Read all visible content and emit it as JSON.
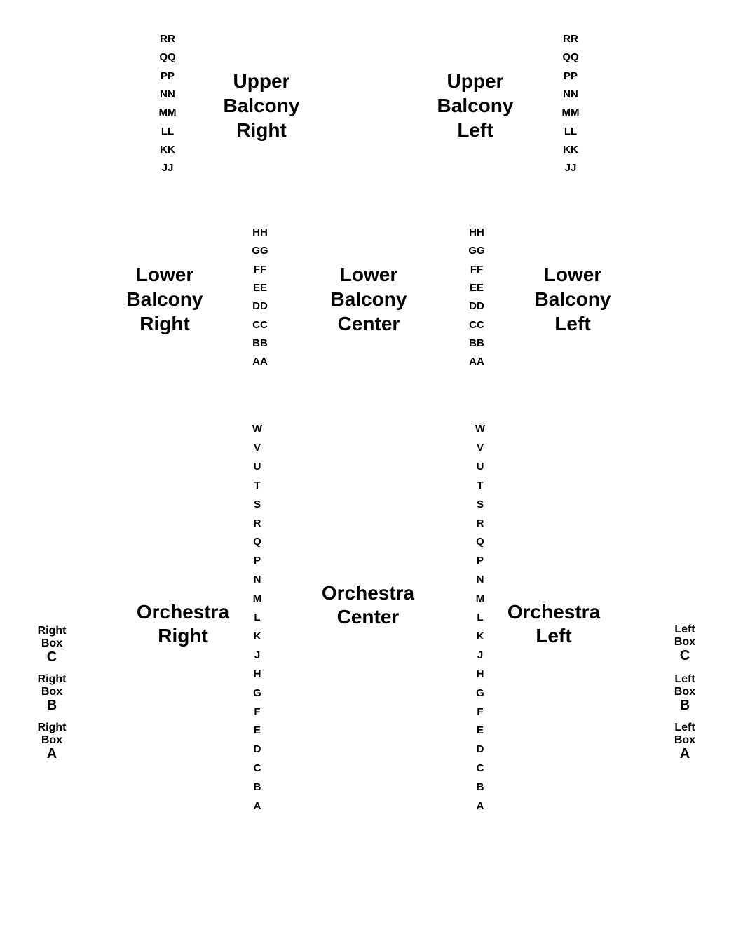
{
  "sections": {
    "upper_balcony_right": [
      "Upper",
      "Balcony",
      "Right"
    ],
    "upper_balcony_left": [
      "Upper",
      "Balcony",
      "Left"
    ],
    "lower_balcony_right": [
      "Lower",
      "Balcony",
      "Right"
    ],
    "lower_balcony_center": [
      "Lower",
      "Balcony",
      "Center"
    ],
    "lower_balcony_left": [
      "Lower",
      "Balcony",
      "Left"
    ],
    "orchestra_right": [
      "Orchestra",
      "Right"
    ],
    "orchestra_center": [
      "Orchestra",
      "Center"
    ],
    "orchestra_left": [
      "Orchestra",
      "Left"
    ]
  },
  "rows": {
    "upper_balcony": [
      "RR",
      "QQ",
      "PP",
      "NN",
      "MM",
      "LL",
      "KK",
      "JJ"
    ],
    "lower_balcony": [
      "HH",
      "GG",
      "FF",
      "EE",
      "DD",
      "CC",
      "BB",
      "AA"
    ],
    "orchestra": [
      "W",
      "V",
      "U",
      "T",
      "S",
      "R",
      "Q",
      "P",
      "N",
      "M",
      "L",
      "K",
      "J",
      "H",
      "G",
      "F",
      "E",
      "D",
      "C",
      "B",
      "A"
    ]
  },
  "boxes": {
    "right": [
      {
        "side": "Right",
        "word": "Box",
        "letter": "C"
      },
      {
        "side": "Right",
        "word": "Box",
        "letter": "B"
      },
      {
        "side": "Right",
        "word": "Box",
        "letter": "A"
      }
    ],
    "left": [
      {
        "side": "Left",
        "word": "Box",
        "letter": "C"
      },
      {
        "side": "Left",
        "word": "Box",
        "letter": "B"
      },
      {
        "side": "Left",
        "word": "Box",
        "letter": "A"
      }
    ]
  }
}
